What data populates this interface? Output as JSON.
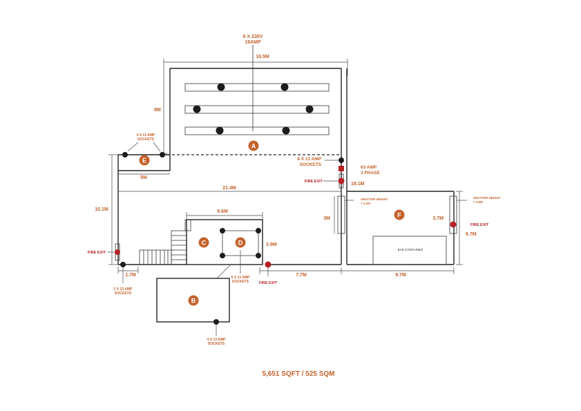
{
  "colors": {
    "accent": "#c4622d",
    "fire_exit": "#b52127",
    "lines": "#222222"
  },
  "power": {
    "top_label_1": "6 X 230V",
    "top_label_2": "16AMP",
    "sockets_e_1": "4 X 13 AMP",
    "sockets_e_2": "SOCKETS",
    "sockets_8_1": "8 X 13 AMP",
    "sockets_8_2": "SOCKETS",
    "phase_1": "63 AMP",
    "phase_2": "3 PHASE",
    "sockets_left_1": "2 X 13 AMP",
    "sockets_left_2": "SOCKETS",
    "sockets_d_1": "6 X 13 AMP",
    "sockets_d_2": "SOCKETS",
    "sockets_b_1": "4 X 13 AMP",
    "sockets_b_2": "SOCKETS"
  },
  "dimensions": {
    "top_width": "16.5M",
    "left_a_height": "8M",
    "e_width": "5M",
    "main_width": "21.4M",
    "main_height": "10.1M",
    "cd_width": "8.6M",
    "cd_height": "3.9M",
    "left_step": "1.7M",
    "corridor_right": "18.1M",
    "shutter_left_width": "3M",
    "shutter_right_width": "3.7M",
    "f_height": "6.7M",
    "bottom_mid": "7.7M",
    "bottom_right": "9.7M"
  },
  "zones": {
    "a": "A",
    "b": "B",
    "c": "C",
    "d": "D",
    "e": "E",
    "f": "F"
  },
  "fire_exits": {
    "left": "FIRE EXIT",
    "corridor": "FIRE EXIT",
    "bottom": "FIRE EXIT",
    "right": "FIRE EXIT"
  },
  "shutters": {
    "left_1": "SHUTTER HEIGHT",
    "left_2": "= 3.2M",
    "right_1": "SHUTTER HEIGHT",
    "right_2": "= 4.6M"
  },
  "bar_container": "BAR CONTAINER",
  "total_area": "5,651 SQFT / 525 SQM"
}
